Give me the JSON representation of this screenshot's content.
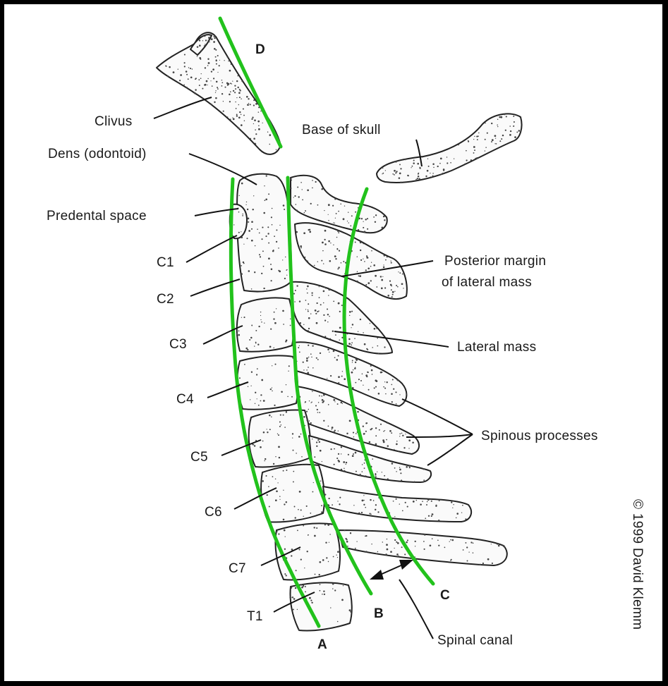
{
  "labels": {
    "clivus": "Clivus",
    "base_of_skull": "Base of skull",
    "dens": "Dens (odontoid)",
    "predental_space": "Predental space",
    "c1": "C1",
    "c2": "C2",
    "c3": "C3",
    "c4": "C4",
    "c5": "C5",
    "c6": "C6",
    "c7": "C7",
    "t1": "T1",
    "posterior_margin_line1": "Posterior margin",
    "posterior_margin_line2": "of lateral mass",
    "lateral_mass": "Lateral mass",
    "spinous_processes": "Spinous processes",
    "spinal_canal": "Spinal canal"
  },
  "line_letters": {
    "a": "A",
    "b": "B",
    "c": "C",
    "d": "D"
  },
  "copyright": "© 1999 David Klemm",
  "colors": {
    "background": "#000000",
    "figure_background": "#ffffff",
    "alignment_line": "#22c21c",
    "ink": "#1a1a1a"
  }
}
